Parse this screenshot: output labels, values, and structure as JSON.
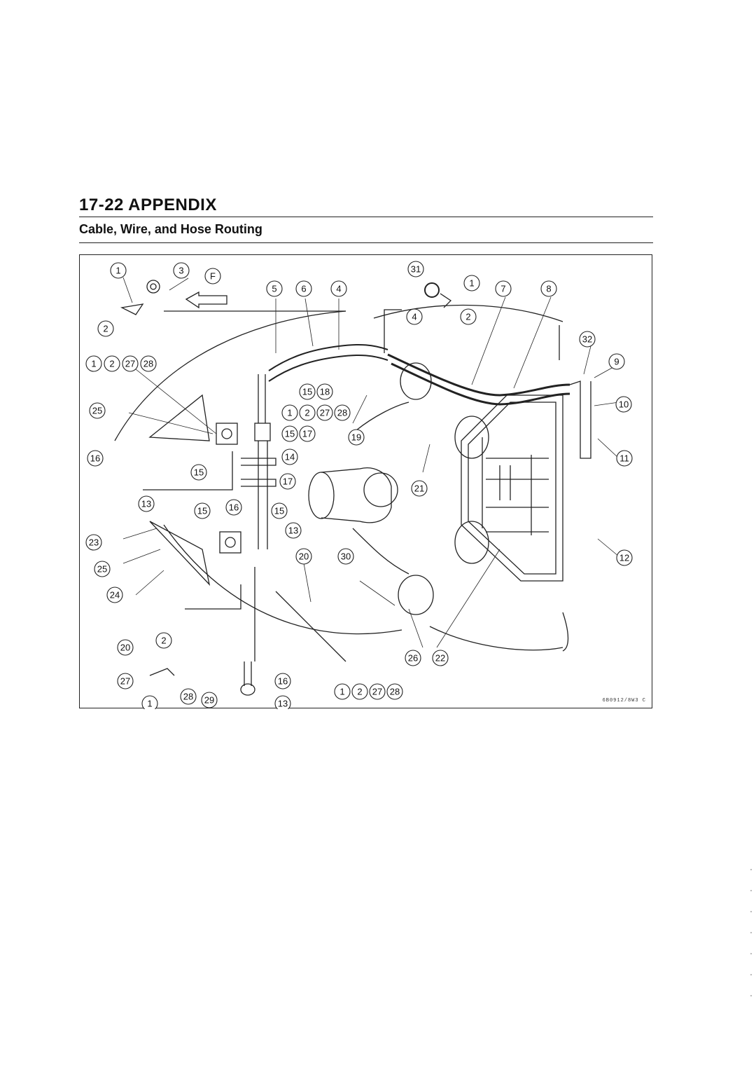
{
  "header": {
    "page_title": "17-22 APPENDIX",
    "section_title": "Cable, Wire, and Hose Routing"
  },
  "figure": {
    "code": "6B0912/8W3 C",
    "front_label": "F",
    "callouts": [
      "1",
      "2",
      "3",
      "4",
      "5",
      "6",
      "7",
      "8",
      "9",
      "10",
      "11",
      "12",
      "13",
      "14",
      "15",
      "16",
      "17",
      "18",
      "19",
      "20",
      "21",
      "22",
      "23",
      "24",
      "25",
      "26",
      "27",
      "28",
      "29",
      "30",
      "31",
      "32"
    ]
  }
}
